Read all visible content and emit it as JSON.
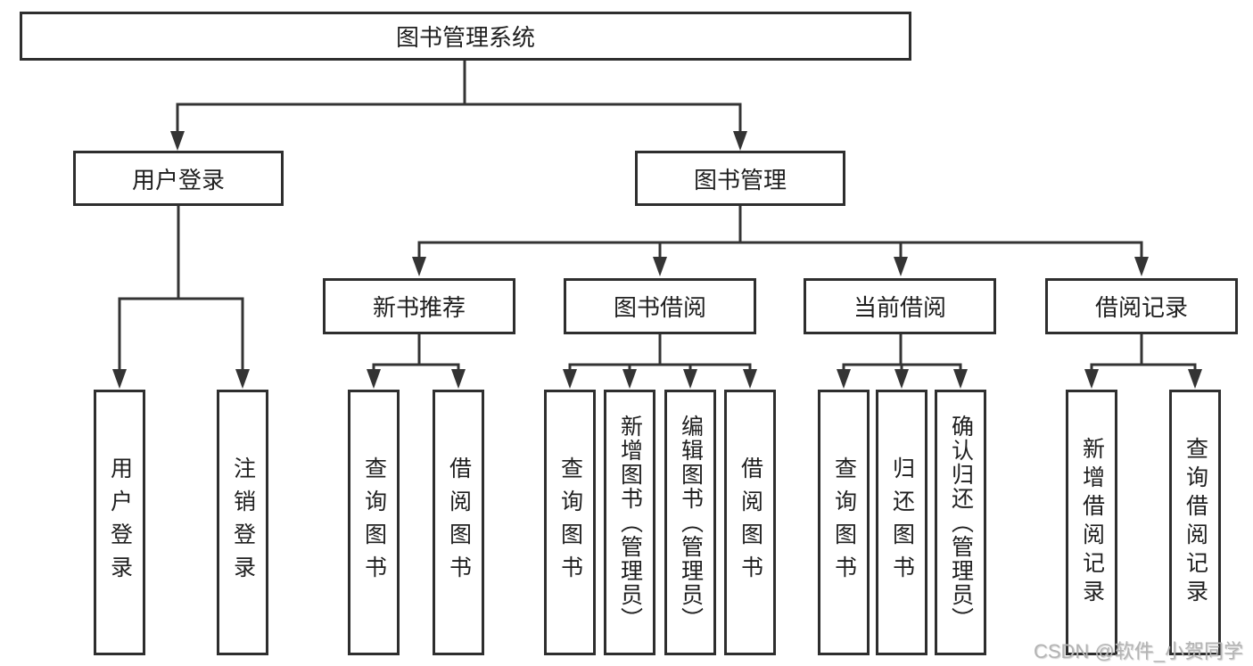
{
  "diagram": {
    "root": {
      "label": "图书管理系统"
    },
    "level2": [
      {
        "label": "用户登录"
      },
      {
        "label": "图书管理"
      }
    ],
    "level3": [
      {
        "label": "新书推荐"
      },
      {
        "label": "图书借阅"
      },
      {
        "label": "当前借阅"
      },
      {
        "label": "借阅记录"
      }
    ],
    "leaves": {
      "user_login": [
        {
          "label": "用户登录"
        },
        {
          "label": "注销登录"
        }
      ],
      "new_books": [
        {
          "label": "查询图书"
        },
        {
          "label": "借阅图书"
        }
      ],
      "book_borrow": [
        {
          "label": "查询图书"
        },
        {
          "label": "新增图书（管理员）"
        },
        {
          "label": "编辑图书（管理员）"
        },
        {
          "label": "借阅图书"
        }
      ],
      "current_borrow": [
        {
          "label": "查询图书"
        },
        {
          "label": "归还图书"
        },
        {
          "label": "确认归还（管理员）"
        }
      ],
      "borrow_records": [
        {
          "label": "新增借阅记录"
        },
        {
          "label": "查询借阅记录"
        }
      ]
    }
  },
  "watermark": {
    "text": "CSDN @软件_小贺同学"
  },
  "colors": {
    "line": "#343434",
    "border": "#2e2e2e",
    "text": "#1f1f1f",
    "watermark": "#b4b4b4",
    "background": "#ffffff"
  }
}
